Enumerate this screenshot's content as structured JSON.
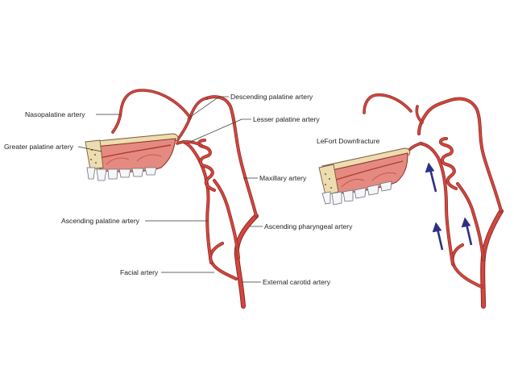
{
  "diagram": {
    "labels": {
      "nasopalatine": "Nasopalatine artery",
      "greater_palatine": "Greater palatine artery",
      "descending_palatine": "Descending palatine artery",
      "lesser_palatine": "Lesser palatine artery",
      "maxillary": "Maxillary artery",
      "ascending_palatine": "Ascending palatine artery",
      "ascending_pharyngeal": "Ascending pharyngeal artery",
      "facial": "Facial artery",
      "external_carotid": "External carotid artery",
      "lefort": "LeFort Downfracture"
    },
    "colors": {
      "artery": "#d4463e",
      "artery_edge": "#8a2a24",
      "bone": "#ecdcb0",
      "mucosa": "#e58a80",
      "tooth": "#f4f6f8",
      "arrow": "#2c2f86"
    }
  }
}
